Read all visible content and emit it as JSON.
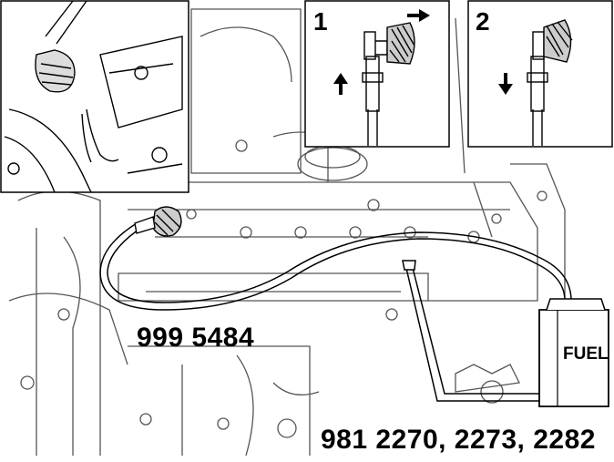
{
  "labels": {
    "tool_number": "999 5484",
    "part_numbers": "981 2270, 2273, 2282",
    "step_1": "1",
    "step_2": "2",
    "can_label": "FUEL"
  },
  "icons": [
    "arrow-up-icon",
    "arrow-right-icon",
    "arrow-down-icon"
  ],
  "colors": {
    "line": "#000000",
    "background": "#ffffff",
    "engine_line": "#555555"
  }
}
